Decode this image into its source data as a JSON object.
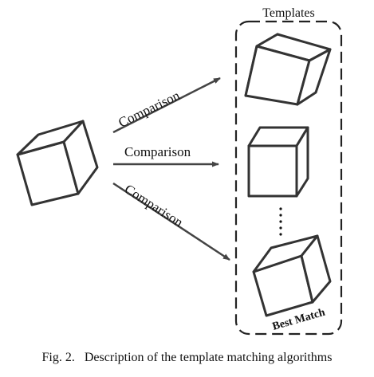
{
  "templates_title": "Templates",
  "arrows": [
    {
      "label": "Comparison"
    },
    {
      "label": "Comparison"
    },
    {
      "label": "Comparison"
    }
  ],
  "best_match_label": "Best Match",
  "ellipsis": "⋮",
  "caption": {
    "fig_number": "Fig. 2.",
    "text": "Description of the template matching algorithms"
  },
  "colors": {
    "cube_stroke": "#333333",
    "arrow": "#444444",
    "frame": "#222222"
  }
}
